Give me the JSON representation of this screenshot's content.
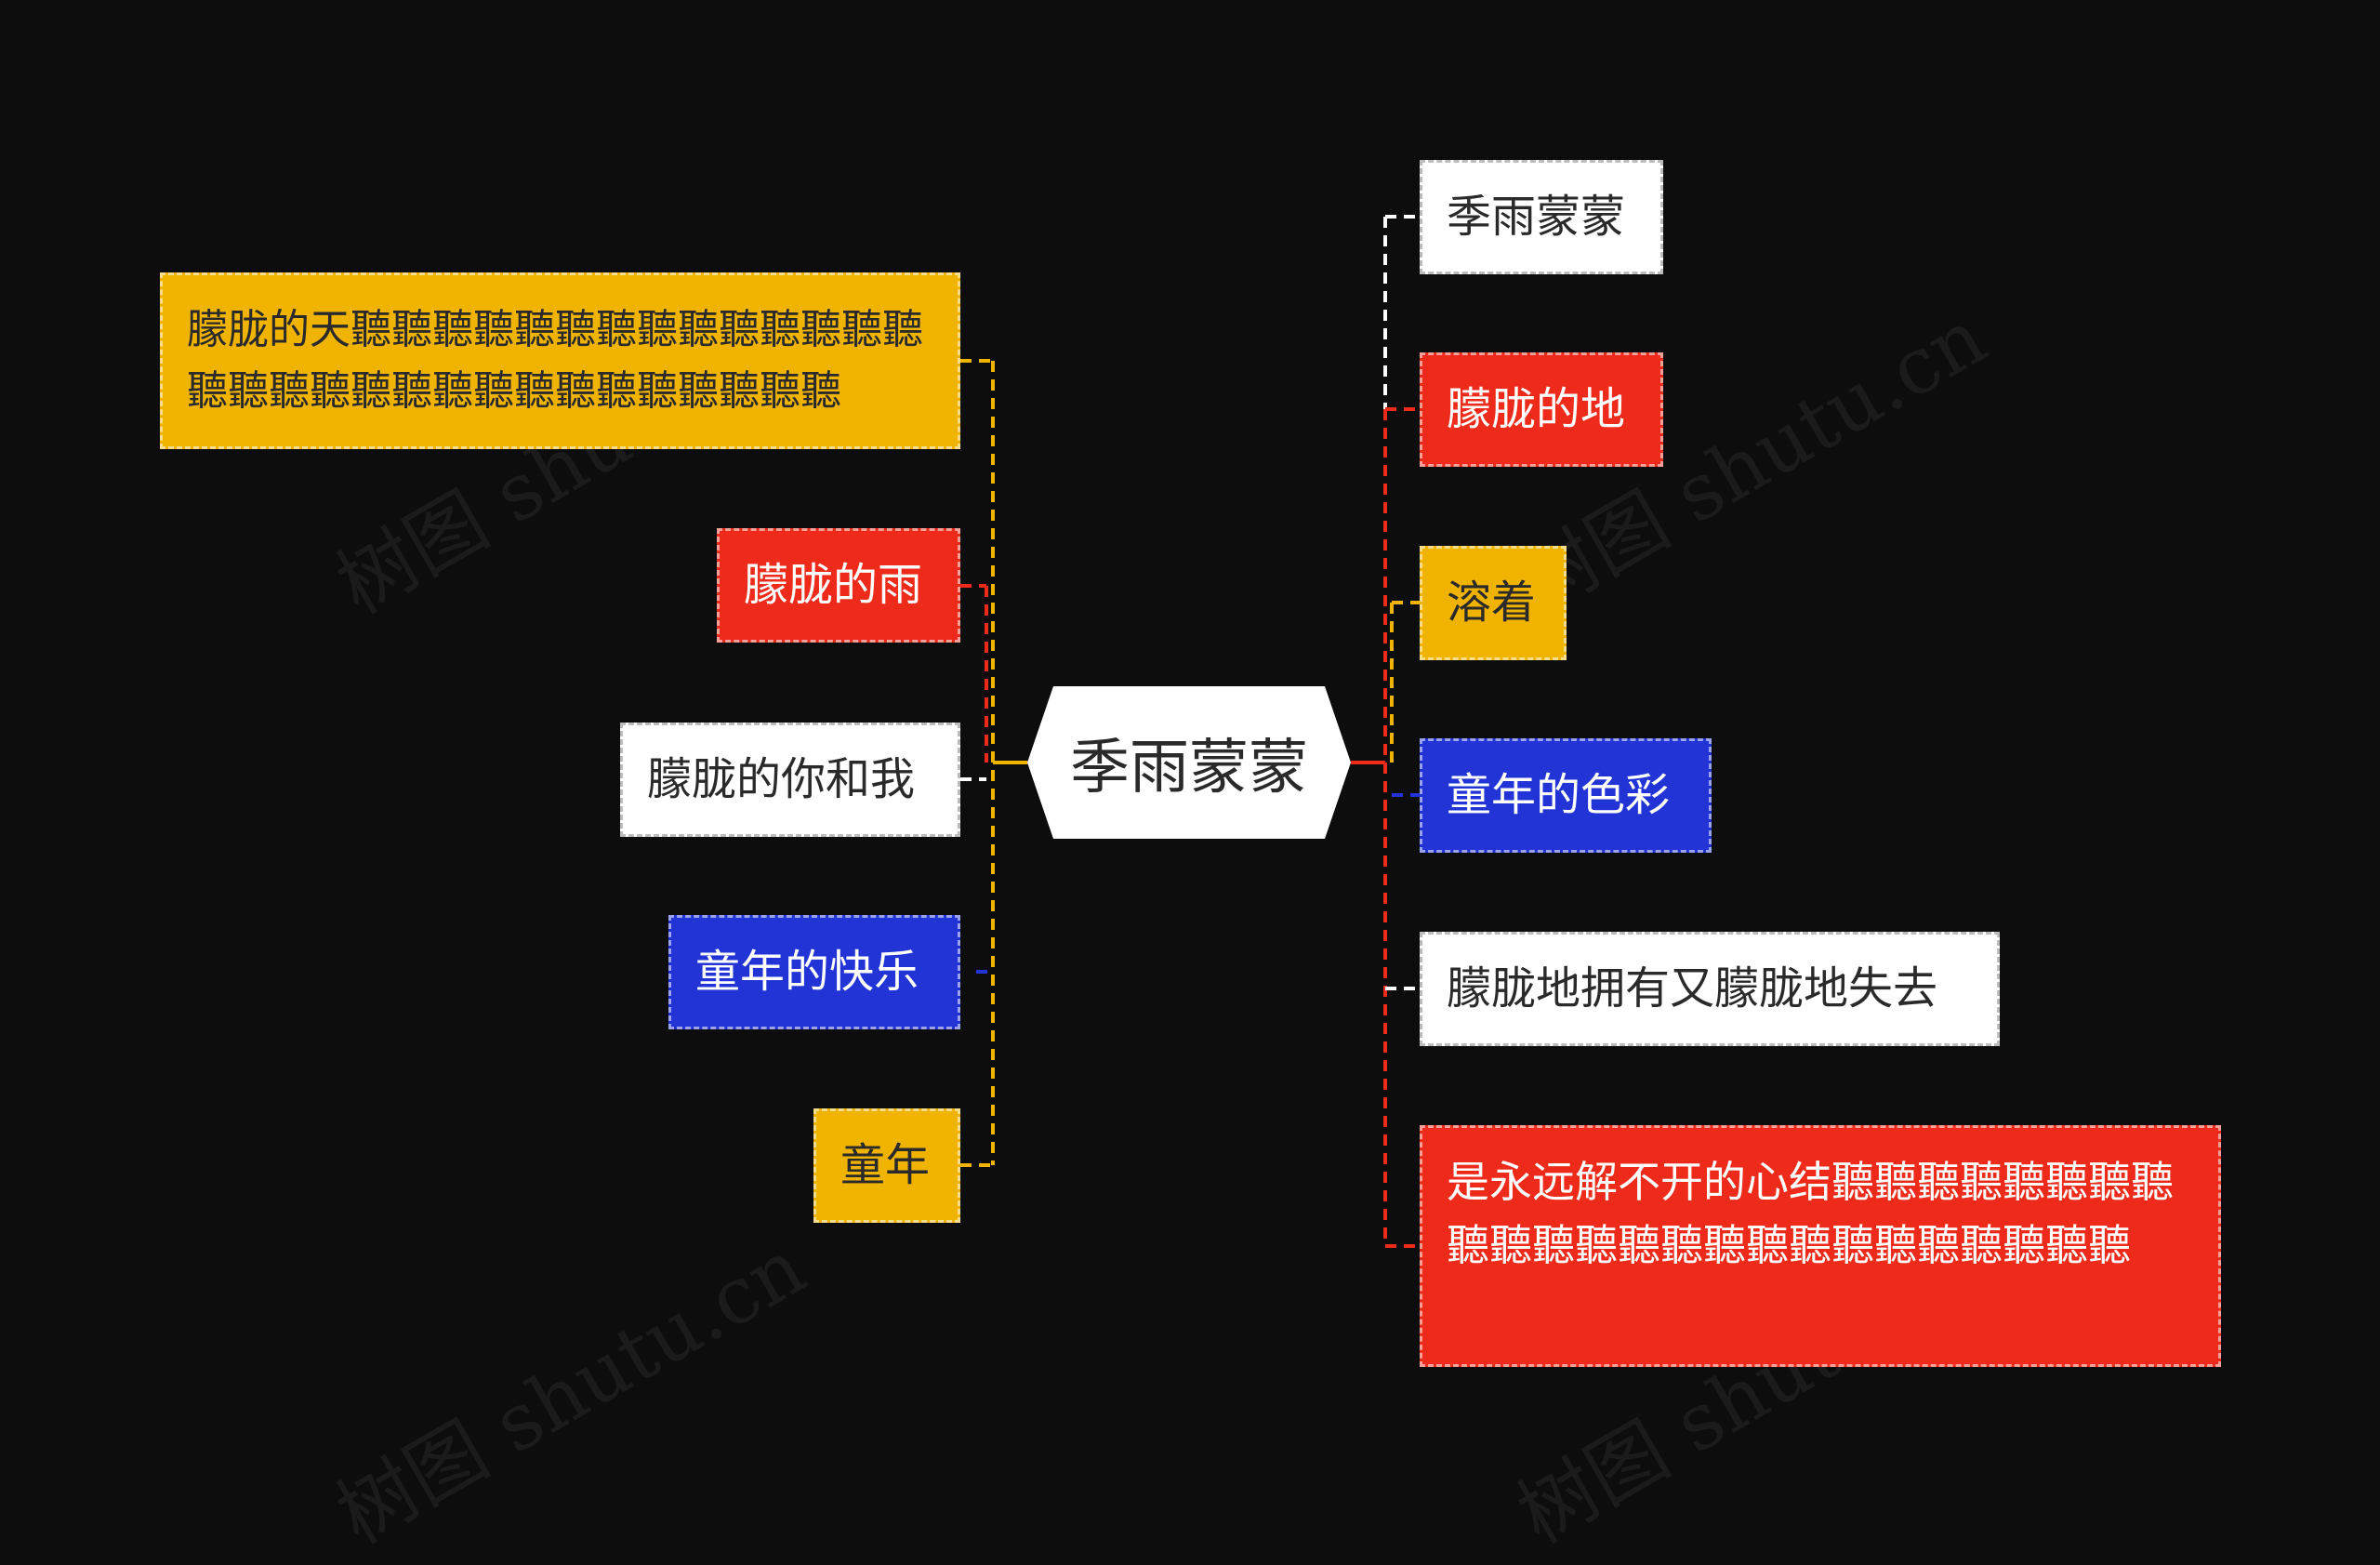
{
  "center": {
    "label": "季雨蒙蒙"
  },
  "left_nodes": [
    {
      "label": "朦胧的天聽聽聽聽聽聽聽聽聽聽聽聽聽聽聽聽聽聽聽聽聽聽聽聽聽聽聽聽聽聽",
      "color": "#f0b400"
    },
    {
      "label": "朦胧的雨",
      "color": "#ee2a1b"
    },
    {
      "label": "朦胧的你和我",
      "color": "#ffffff"
    },
    {
      "label": "童年的快乐",
      "color": "#2234d6"
    },
    {
      "label": "童年",
      "color": "#f0b400"
    }
  ],
  "right_nodes": [
    {
      "label": "季雨蒙蒙",
      "color": "#ffffff"
    },
    {
      "label": "朦胧的地",
      "color": "#ee2a1b"
    },
    {
      "label": "溶着",
      "color": "#f0b400"
    },
    {
      "label": "童年的色彩",
      "color": "#2234d6"
    },
    {
      "label": "朦胧地拥有又朦胧地失去",
      "color": "#ffffff"
    },
    {
      "label": "是永远解不开的心结聽聽聽聽聽聽聽聽聽聽聽聽聽聽聽聽聽聽聽聽聽聽聽聽",
      "color": "#ee2a1b"
    }
  ],
  "watermark": "树图 shutu.cn"
}
